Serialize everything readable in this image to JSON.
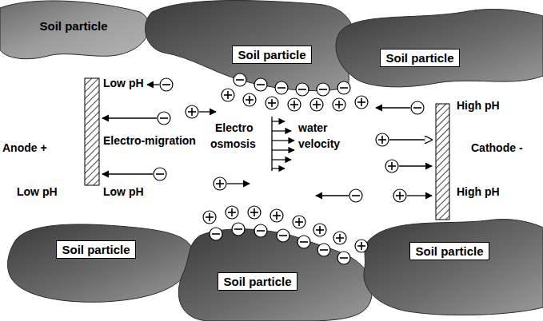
{
  "diagram": {
    "nodes": [
      {
        "text": [
          "Soil particle"
        ]
      },
      {
        "text": [
          "Soil particle"
        ]
      },
      {
        "text": [
          "Soil particle"
        ]
      },
      {
        "text": [
          "Soil particle"
        ]
      },
      {
        "text": [
          "Soil particle"
        ]
      },
      {
        "text": [
          "Soil particle"
        ]
      }
    ],
    "labels": [
      "Low pH",
      "High pH",
      "Electro",
      "water",
      "Electro-migration",
      "osmosis",
      "velocity",
      "Anode +",
      "Cathode -",
      "Low pH",
      "Low pH",
      "High pH"
    ]
  }
}
